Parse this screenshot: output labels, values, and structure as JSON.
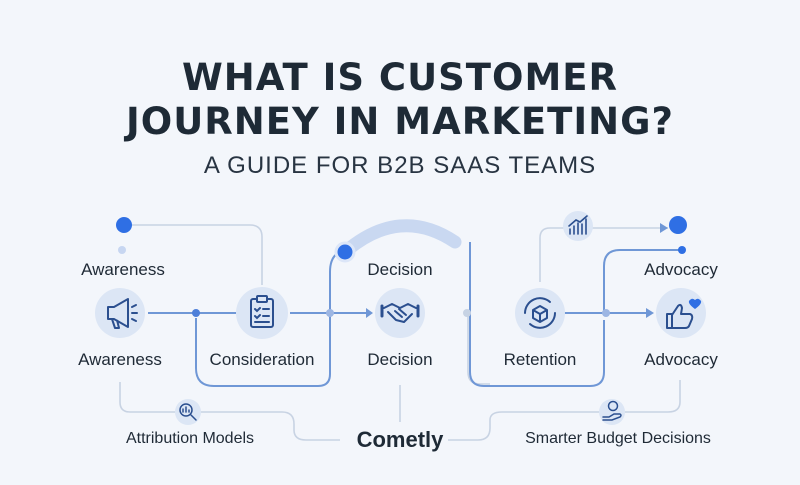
{
  "title_line1": "WHAT IS CUSTOMER",
  "title_line2": "JOURNEY IN MARKETING?",
  "subtitle": "A GUIDE FOR B2B SAAS TEAMS",
  "stages": {
    "awareness_top": "Awareness",
    "awareness_bottom": "Awareness",
    "consideration": "Consideration",
    "decision_top": "Decision",
    "decision_bottom": "Decision",
    "retention": "Retention",
    "advocacy_top": "Advocacy",
    "advocacy_bottom": "Advocacy"
  },
  "footer": {
    "attribution": "Attribution Models",
    "brand": "Cometly",
    "budget": "Smarter Budget Decisions"
  },
  "icons": {
    "awareness": "megaphone-icon",
    "consideration": "clipboard-checklist-icon",
    "decision": "handshake-icon",
    "retention": "cycle-box-icon",
    "advocacy": "thumbs-up-heart-icon",
    "growth": "bar-chart-growth-icon",
    "attribution": "magnifier-chart-icon",
    "budget": "hand-coin-icon"
  },
  "colors": {
    "accent": "#2f6fe4",
    "line": "#6f97d6",
    "light_line": "#c7d3e4",
    "icon_bg": "#dce6f5",
    "text": "#1e2a36"
  }
}
